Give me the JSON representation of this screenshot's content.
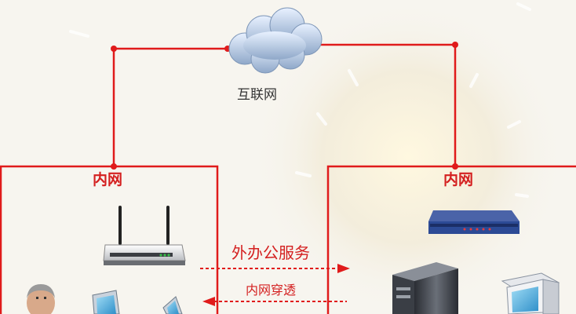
{
  "colors": {
    "link": "#e01b1b",
    "label": "#d42020",
    "text": "#333333"
  },
  "internet": {
    "label": "互联网",
    "icon": "cloud-icon"
  },
  "lan_left": {
    "title": "内网",
    "devices": [
      "router-icon",
      "person-icon",
      "desktop-icon",
      "laptop-icon"
    ]
  },
  "lan_right": {
    "title": "内网",
    "devices": [
      "rack-server-icon",
      "tower-server-icon",
      "workstation-icon"
    ]
  },
  "flows": {
    "service_label": "外办公服务",
    "penetration_label": "内网穿透"
  }
}
